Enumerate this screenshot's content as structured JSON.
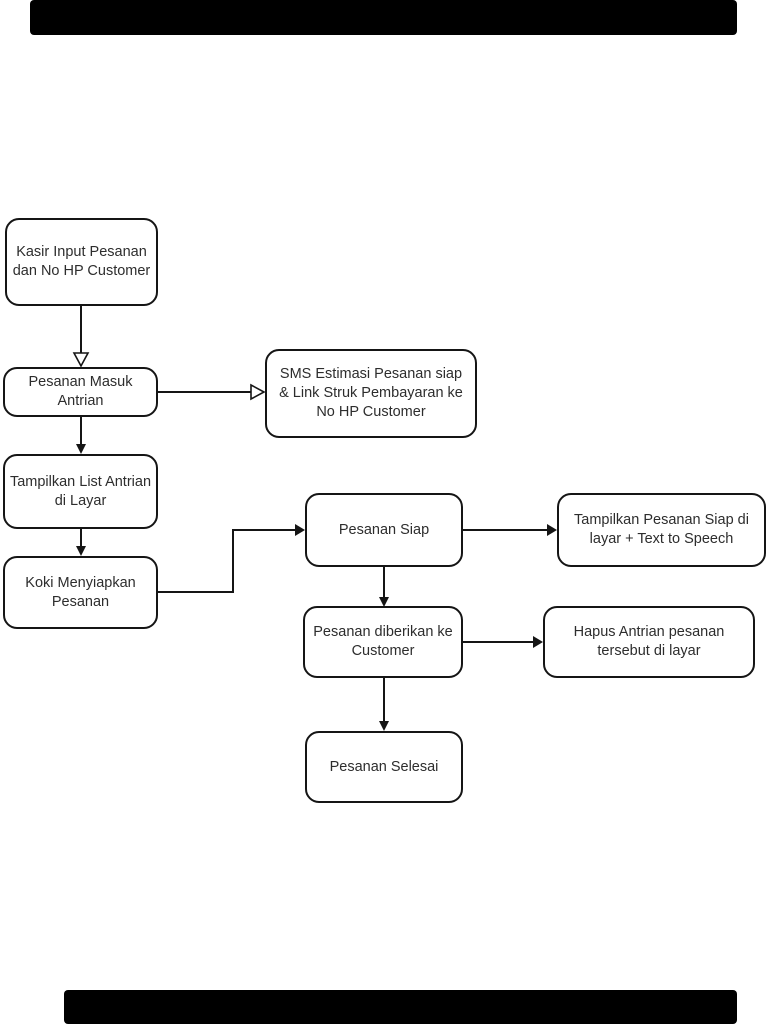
{
  "page": {
    "background": "#ffffff",
    "letterbox_color": "#000000",
    "line_color": "#151515",
    "text_color": "#2d2d2d"
  },
  "diagram": {
    "type": "flowchart",
    "nodes": [
      {
        "id": "kasir-input-pesanan",
        "label": "Kasir Input Pesanan\ndan No HP Customer"
      },
      {
        "id": "pesanan-masuk-antrian",
        "label": "Pesanan Masuk\nAntrian"
      },
      {
        "id": "sms-estimasi",
        "label": "SMS Estimasi Pesanan siap\n& Link Struk Pembayaran ke\nNo HP Customer"
      },
      {
        "id": "tampilkan-list-antrian",
        "label": "Tampilkan List Antrian\ndi Layar"
      },
      {
        "id": "koki-menyiapkan",
        "label": "Koki Menyiapkan\nPesanan"
      },
      {
        "id": "pesanan-siap",
        "label": "Pesanan Siap"
      },
      {
        "id": "tampilkan-pesanan-siap",
        "label": "Tampilkan Pesanan Siap di\nlayar + Text to Speech"
      },
      {
        "id": "pesanan-diberikan",
        "label": "Pesanan diberikan ke\nCustomer"
      },
      {
        "id": "hapus-antrian",
        "label": "Hapus Antrian pesanan\ntersebut di layar"
      },
      {
        "id": "pesanan-selesai",
        "label": "Pesanan Selesai"
      }
    ],
    "connectors": [
      {
        "from": "kasir-input-pesanan",
        "to": "pesanan-masuk-antrian",
        "arrowhead": "open",
        "routing": "straight-down"
      },
      {
        "from": "pesanan-masuk-antrian",
        "to": "sms-estimasi",
        "arrowhead": "open",
        "routing": "straight-right"
      },
      {
        "from": "pesanan-masuk-antrian",
        "to": "tampilkan-list-antrian",
        "arrowhead": "filled",
        "routing": "straight-down"
      },
      {
        "from": "tampilkan-list-antrian",
        "to": "koki-menyiapkan",
        "arrowhead": "filled",
        "routing": "straight-down"
      },
      {
        "from": "koki-menyiapkan",
        "to": "pesanan-siap",
        "arrowhead": "filled",
        "routing": "elbow-right-up-right"
      },
      {
        "from": "pesanan-siap",
        "to": "tampilkan-pesanan-siap",
        "arrowhead": "filled",
        "routing": "straight-right"
      },
      {
        "from": "pesanan-siap",
        "to": "pesanan-diberikan",
        "arrowhead": "filled",
        "routing": "straight-down"
      },
      {
        "from": "pesanan-diberikan",
        "to": "hapus-antrian",
        "arrowhead": "filled",
        "routing": "straight-right"
      },
      {
        "from": "pesanan-diberikan",
        "to": "pesanan-selesai",
        "arrowhead": "filled",
        "routing": "straight-down"
      }
    ]
  }
}
